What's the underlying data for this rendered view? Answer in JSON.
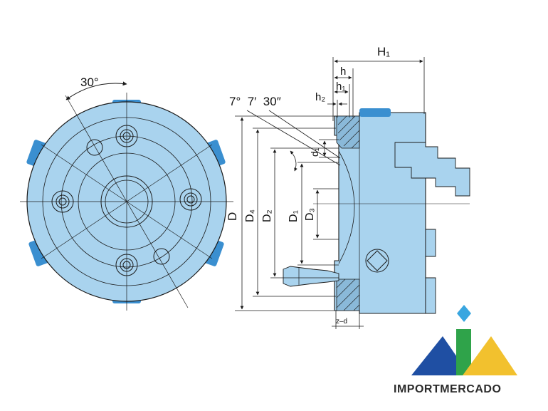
{
  "colors": {
    "body": "#a9d3ee",
    "jaw": "#3a8fd0",
    "line": "#1b1b1b",
    "logo_blue": "#1f4fa3",
    "logo_green": "#2fa34a",
    "logo_yellow": "#f2c12e",
    "logo_cyan": "#39a6e0"
  },
  "front_view": {
    "angle_label": "30°"
  },
  "side_view": {
    "taper_label": "7°  7′  30″",
    "dims": {
      "H1": "H₁",
      "h": "h",
      "h1": "h₁",
      "h2": "h₂",
      "d1": "d₁",
      "D": "D",
      "D4": "D₄",
      "D2": "D₂",
      "D1": "D₁",
      "D3": "D₃",
      "zd": "z–d"
    }
  },
  "logo": {
    "name": "IMPORTMERCADO"
  }
}
